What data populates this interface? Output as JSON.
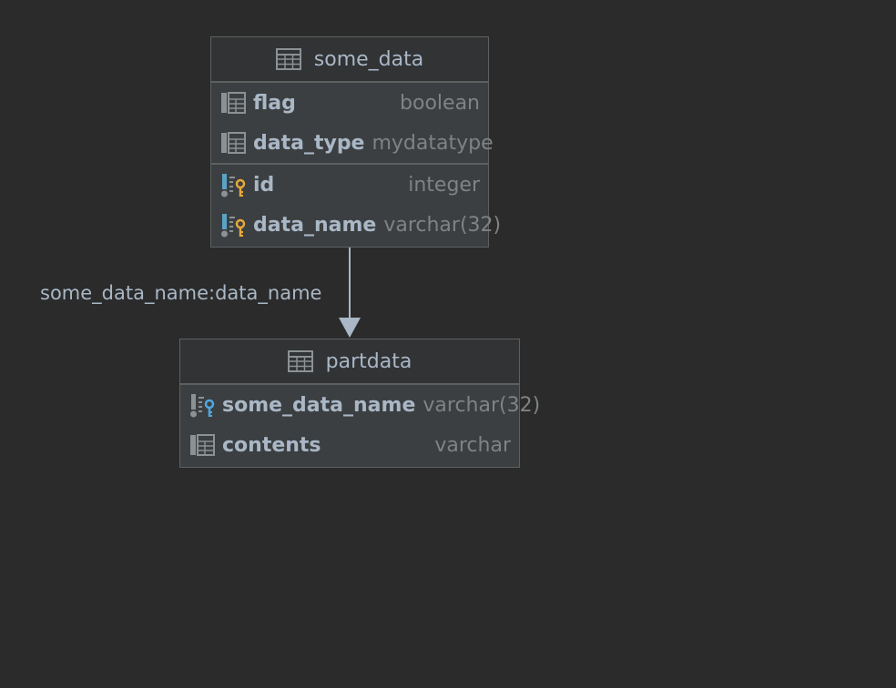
{
  "colors": {
    "background": "#2b2b2b",
    "entity_body": "#3c3f41",
    "entity_header": "#313335",
    "border": "#5e6060",
    "text": "#a9b7c6",
    "type_text": "#7f8385",
    "primary_key": "#e5a83b",
    "foreign_key": "#4fa8e0"
  },
  "tables": [
    {
      "name": "some_data",
      "icon": "table-icon",
      "columns": [
        {
          "name": "flag",
          "type": "boolean",
          "icon": "column-icon"
        },
        {
          "name": "data_type",
          "type": "mydatatype",
          "icon": "column-icon"
        }
      ],
      "key_columns": [
        {
          "name": "id",
          "type": "integer",
          "icon": "primary-key-column-icon"
        },
        {
          "name": "data_name",
          "type": "varchar(32)",
          "icon": "primary-key-column-icon"
        }
      ]
    },
    {
      "name": "partdata",
      "icon": "table-icon",
      "columns": [
        {
          "name": "some_data_name",
          "type": "varchar(32)",
          "icon": "foreign-key-column-icon"
        },
        {
          "name": "contents",
          "type": "varchar",
          "icon": "column-icon"
        }
      ]
    }
  ],
  "relationships": [
    {
      "from": "some_data",
      "to": "partdata",
      "label": "some_data_name:data_name"
    }
  ]
}
